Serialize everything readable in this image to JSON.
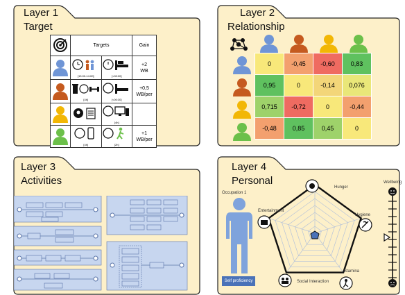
{
  "layer1": {
    "title_line1": "Layer 1",
    "title_line2": "Target",
    "header_targets": "Targets",
    "header_gain": "Gain",
    "rows": [
      {
        "gain": "+2\nWB",
        "sub1": "[13:00-14:00]",
        "sub2": "[<00:00]"
      },
      {
        "gain": "+0,5\nWB/per",
        "sub1": "[4h]",
        "sub2": "[<00:30]"
      },
      {
        "gain": "",
        "sub1": "[4h]",
        "sub2": ""
      },
      {
        "gain": "+1\nWB/per",
        "sub1": "[4h]",
        "sub2": "[2h]"
      }
    ]
  },
  "layer2": {
    "title_line1": "Layer 2",
    "title_line2": "Relationship",
    "matrix": [
      [
        "0",
        "-0,45",
        "-0,60",
        "0,83"
      ],
      [
        "0,95",
        "0",
        "-0,14",
        "0,076"
      ],
      [
        "0,715",
        "-0,72",
        "0",
        "-0,44"
      ],
      [
        "-0,48",
        "0,85",
        "0,45",
        "0"
      ]
    ],
    "person_colors": [
      "#6f95d6",
      "#c55a1f",
      "#f2b705",
      "#6cc04a"
    ]
  },
  "layer3": {
    "title_line1": "Layer 3",
    "title_line2": "Activities"
  },
  "layer4": {
    "title_line1": "Layer 4",
    "title_line2": "Personal",
    "occupation_label": "Occupation 1",
    "self_efficiency": "Self proficiency",
    "axes": [
      "Hunger",
      "Hygiene",
      "Stamina",
      "Social Interaction",
      "Entertainment"
    ],
    "wellbeing_label": "Wellbeing"
  },
  "colors": {
    "panel_fill": "#fdf0c9",
    "panel_stroke": "#222222"
  }
}
